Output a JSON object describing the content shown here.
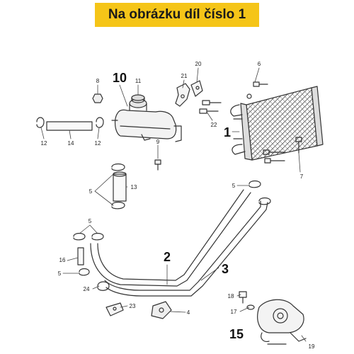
{
  "banner": {
    "text": "Na obrázku díl číslo 1",
    "color": "#f5c518"
  },
  "callouts": {
    "p1": "1",
    "p2": "2",
    "p3": "3",
    "p4": "4",
    "p5a": "5",
    "p5b": "5",
    "p5c": "5",
    "p5d": "5",
    "p6": "6",
    "p7": "7",
    "p8": "8",
    "p9": "9",
    "p10": "10",
    "p11": "11",
    "p12a": "12",
    "p12b": "12",
    "p13": "13",
    "p14": "14",
    "p15": "15",
    "p16": "16",
    "p17": "17",
    "p18": "18",
    "p19": "19",
    "p20": "20",
    "p21": "21",
    "p22": "22",
    "p23": "23",
    "p24": "24"
  }
}
